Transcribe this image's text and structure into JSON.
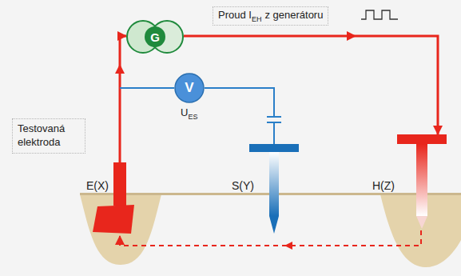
{
  "diagram": {
    "nodes": [
      {
        "text": [
          "Testovaná elektroda"
        ]
      },
      {
        "text": [
          "G"
        ]
      },
      {
        "text": [
          "V"
        ]
      },
      {
        "text": [
          "E(X)"
        ]
      },
      {
        "text": [
          "S(Y)"
        ]
      },
      {
        "text": [
          "H(Z)"
        ]
      }
    ],
    "edges": [
      {
        "from": 3,
        "to": 1,
        "arrow": "to"
      },
      {
        "from": 1,
        "to": 5,
        "arrow": "to"
      },
      {
        "from": 5,
        "to": 3,
        "arrow": "to"
      },
      {
        "from": 2,
        "to": 3,
        "arrow": "none"
      },
      {
        "from": 2,
        "to": 4,
        "arrow": "none"
      }
    ],
    "labels": [
      "Proud I",
      "EH",
      "z generátoru",
      "U",
      "ES"
    ]
  }
}
